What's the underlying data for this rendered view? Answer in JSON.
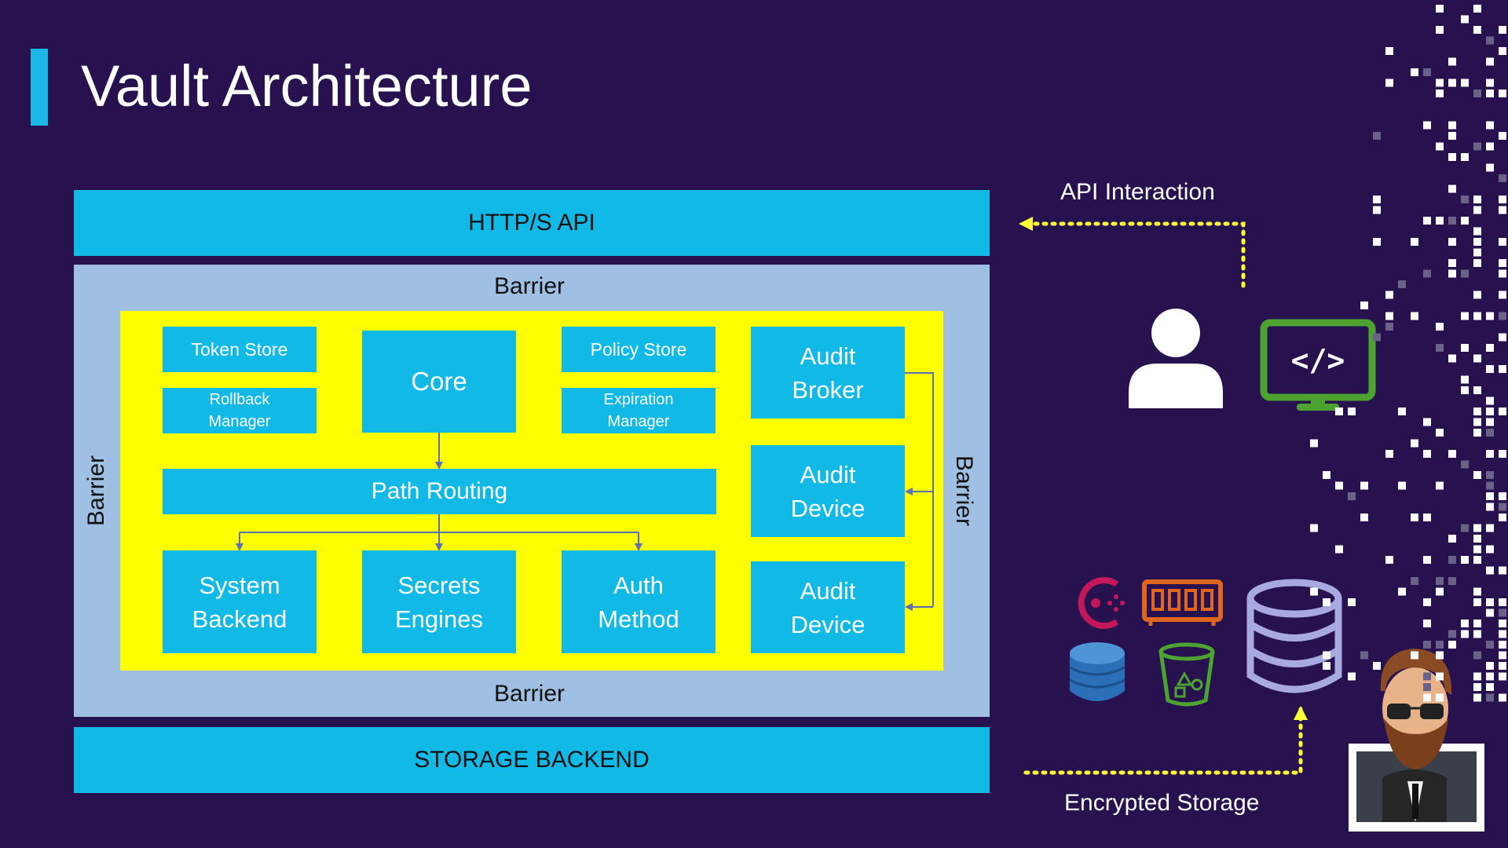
{
  "title": "Vault Architecture",
  "diagram": {
    "api": "HTTP/S API",
    "storage": "STORAGE BACKEND",
    "barrier_top": "Barrier",
    "barrier_bottom": "Barrier",
    "barrier_left": "Barrier",
    "barrier_right": "Barrier",
    "token_store": "Token Store",
    "rollback_manager": "Rollback Manager",
    "core": "Core",
    "policy_store": "Policy Store",
    "expiration_manager": "Expiration Manager",
    "audit_broker": "Audit Broker",
    "audit_device_1": "Audit Device",
    "audit_device_2": "Audit Device",
    "path_routing": "Path Routing",
    "system_backend": "System Backend",
    "secrets_engines": "Secrets Engines",
    "auth_method": "Auth Method"
  },
  "right": {
    "api_interaction": "API Interaction",
    "encrypted_storage": "Encrypted Storage",
    "code_symbol": "</>"
  },
  "colors": {
    "background": "#27124f",
    "accent": "#1bb7e6",
    "component": "#10b9e6",
    "barrier": "#9fc0e3",
    "core_area": "#ffff00",
    "arrow": "#5b6fb5",
    "dotted_arrow": "#ffff33",
    "monitor": "#4ca330"
  },
  "icons": [
    "user-icon",
    "code-monitor-icon",
    "consul-icon",
    "memory-icon",
    "dynamodb-icon",
    "bucket-icon",
    "database-icon",
    "presenter-avatar",
    "pixel-decoration"
  ]
}
